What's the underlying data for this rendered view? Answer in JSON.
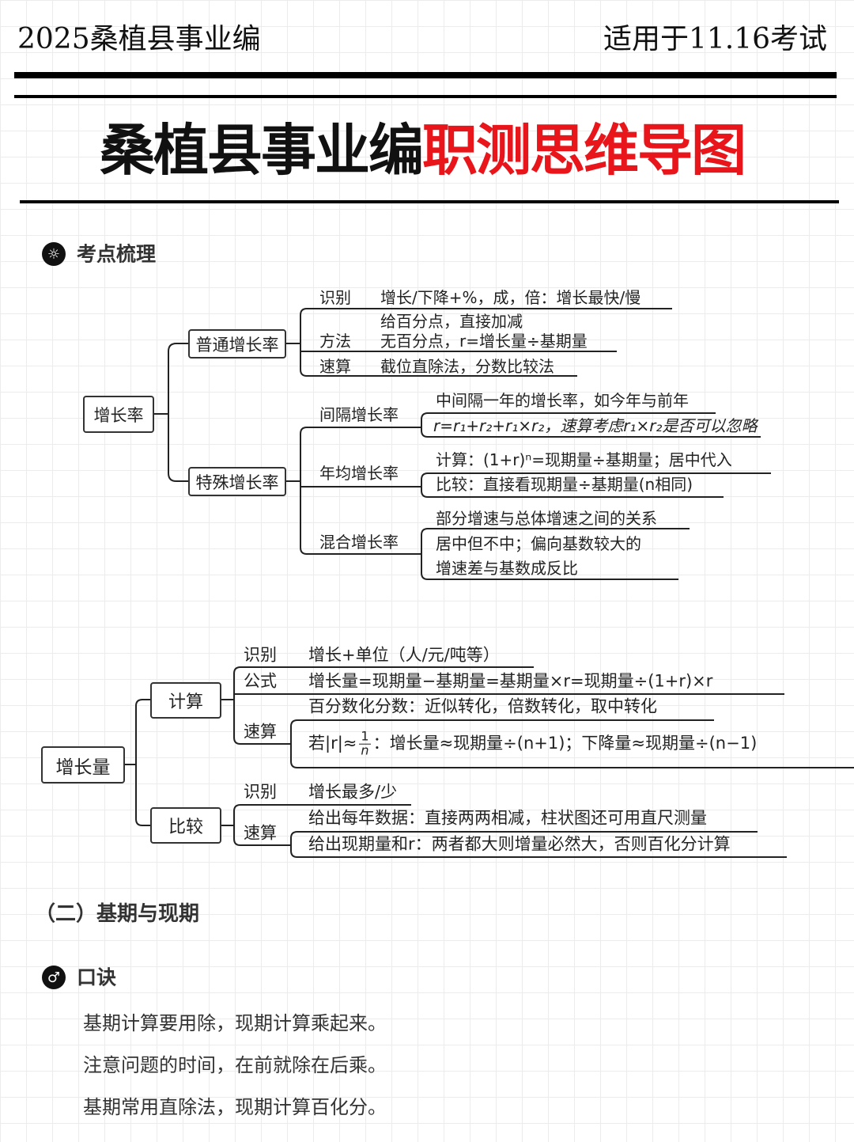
{
  "header": {
    "left": "2025桑植县事业编",
    "right": "适用于11.16考试"
  },
  "title": {
    "black": "桑植县事业编",
    "red": "职测思维导图",
    "red_color": "#e8161b"
  },
  "section1": {
    "icon": "sun-icon",
    "label": "考点梳理"
  },
  "map1": {
    "root": "增长率",
    "normal": {
      "label": "普通增长率",
      "rows": [
        {
          "key": "识别",
          "lines": [
            "增长/下降+%，成，倍：增长最快/慢"
          ]
        },
        {
          "key": "方法",
          "lines": [
            "给百分点，直接加减",
            "无百分点，r=增长量÷基期量"
          ]
        },
        {
          "key": "速算",
          "lines": [
            "截位直除法，分数比较法"
          ]
        }
      ]
    },
    "special": {
      "label": "特殊增长率",
      "rows": [
        {
          "key": "间隔增长率",
          "lines": [
            "中间隔一年的增长率，如今年与前年",
            "r=r₁+r₂+r₁×r₂，速算考虑r₁×r₂是否可以忽略"
          ]
        },
        {
          "key": "年均增长率",
          "lines": [
            "计算：(1+r)ⁿ=现期量÷基期量；居中代入",
            "比较：直接看现期量÷基期量(n相同)"
          ]
        },
        {
          "key": "混合增长率",
          "lines": [
            "部分增速与总体增速之间的关系",
            "居中但不中；偏向基数较大的",
            "增速差与基数成反比"
          ]
        }
      ]
    }
  },
  "map2": {
    "root": "增长量",
    "calc": {
      "label": "计算",
      "rows": [
        {
          "key": "识别",
          "lines": [
            "增长+单位（人/元/吨等）"
          ]
        },
        {
          "key": "公式",
          "lines": [
            "增长量=现期量−基期量=基期量×r=现期量÷(1+r)×r"
          ]
        },
        {
          "key": "速算",
          "lines": [
            "百分数化分数：近似转化，倍数转化，取中转化"
          ],
          "formula": {
            "prefix": "若|r|≈",
            "num": "1",
            "den": "n",
            "suffix": "：增长量≈现期量÷(n+1)；下降量≈现期量÷(n−1)"
          }
        }
      ]
    },
    "compare": {
      "label": "比较",
      "rows": [
        {
          "key": "识别",
          "lines": [
            "增长最多/少"
          ]
        },
        {
          "key": "速算",
          "lines": [
            "给出每年数据：直接两两相减，柱状图还可用直尺测量",
            "给出现期量和r：两者都大则增量必然大，否则百化分计算"
          ]
        }
      ]
    }
  },
  "section2": {
    "label": "（二）基期与现期"
  },
  "section3": {
    "icon": "gender-male-icon",
    "label": "口诀"
  },
  "mnemonic": [
    "基期计算要用除，现期计算乘起来。",
    "注意问题的时间，在前就除在后乘。",
    "基期常用直除法，现期计算百化分。"
  ]
}
